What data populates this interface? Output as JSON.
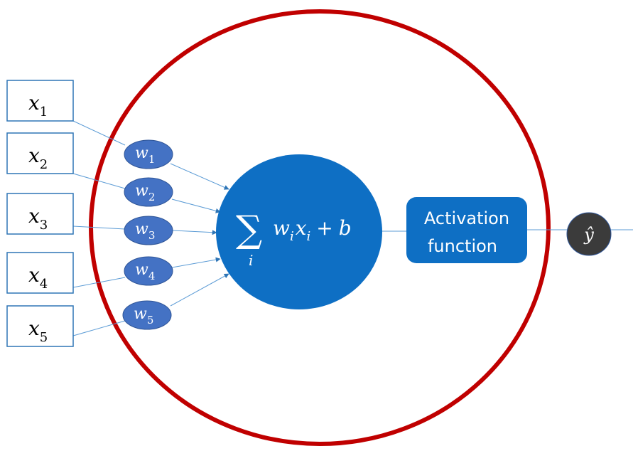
{
  "inputs": [
    {
      "base": "x",
      "sub": "1"
    },
    {
      "base": "x",
      "sub": "2"
    },
    {
      "base": "x",
      "sub": "3"
    },
    {
      "base": "x",
      "sub": "4"
    },
    {
      "base": "x",
      "sub": "5"
    }
  ],
  "weights": [
    {
      "base": "w",
      "sub": "1"
    },
    {
      "base": "w",
      "sub": "2"
    },
    {
      "base": "w",
      "sub": "3"
    },
    {
      "base": "w",
      "sub": "4"
    },
    {
      "base": "w",
      "sub": "5"
    }
  ],
  "summation": {
    "sigma": "∑",
    "index": "i",
    "w": "w",
    "w_sub": "i",
    "x": "x",
    "x_sub": "i",
    "plus": "+",
    "bias": "b"
  },
  "activation": {
    "line1": "Activation",
    "line2": "function"
  },
  "output": {
    "symbol": "ŷ"
  },
  "colors": {
    "neuron_ring": "#c00000",
    "node_fill": "#0e6fc4",
    "weight_fill": "#4472c4",
    "weight_stroke": "#2f5597",
    "input_border": "#2e75b6",
    "connector": "#5b9bd5",
    "output_fill": "#3b3b3b",
    "text_dark": "#000000",
    "text_light": "#ffffff"
  }
}
